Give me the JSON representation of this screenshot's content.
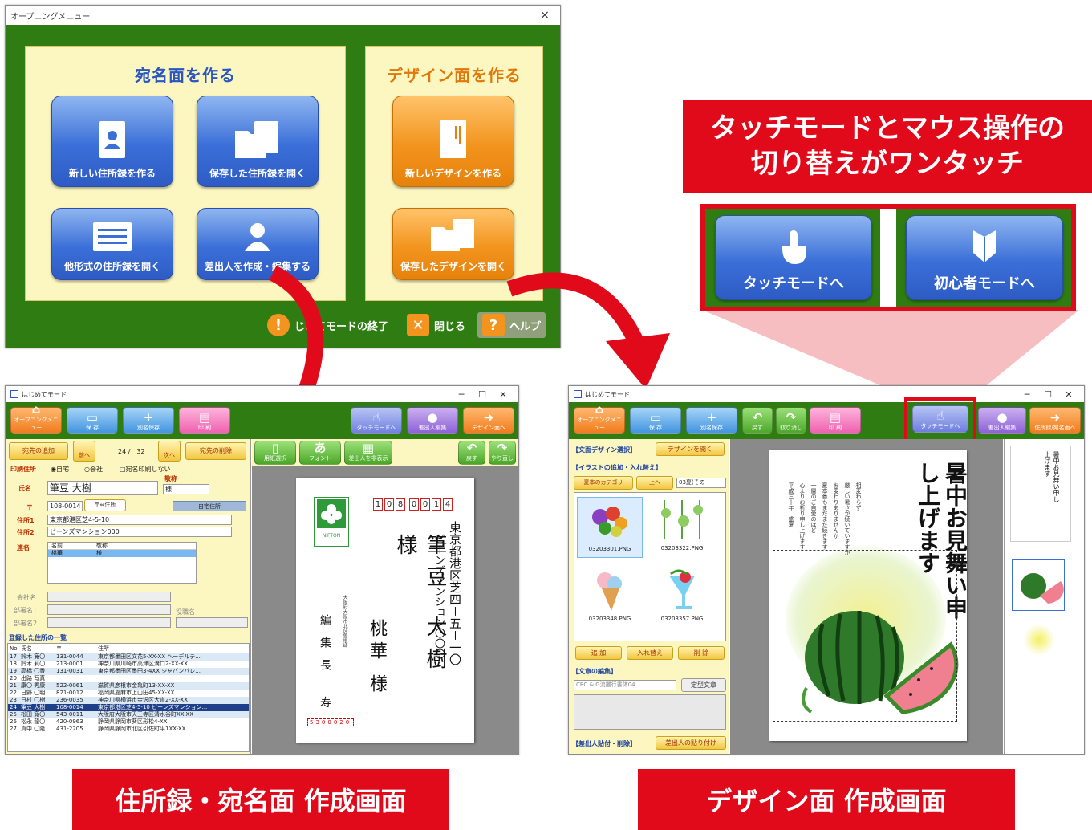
{
  "opening": {
    "title": "オープニングメニュー",
    "close_glyph": "×",
    "left_heading": "宛名面を作る",
    "right_heading": "デザイン面を作る",
    "tiles": [
      "新しい住所録を作る",
      "保存した住所録を開く",
      "他形式の住所録を開く",
      "差出人を作成・編集する",
      "新しいデザインを作る",
      "保存したデザインを開く"
    ],
    "footer_exit": "じめてモードの終了",
    "footer_close": "閉じる",
    "footer_help": "ヘルプ"
  },
  "callout": {
    "line1": "タッチモードとマウス操作の",
    "line2": "切り替えがワンタッチ",
    "touch_button": "タッチモードへ",
    "beginner_button": "初心者モードへ"
  },
  "captions": {
    "left": "住所録・宛名面 作成画面",
    "right": "デザイン面 作成画面"
  },
  "address_win": {
    "title": "はじめてモード",
    "toolbar": [
      "オープニングメニュー",
      "保 存",
      "別名保存",
      "印 刷",
      "タッチモードへ",
      "差出人編集",
      "デザイン面へ"
    ],
    "nav": {
      "add": "宛先の追加",
      "prev": "前へ",
      "counter": "24 /　32",
      "next": "次へ",
      "delete": "宛先の削除"
    },
    "print_label": "印刷住所",
    "radio_home": "◉自宅",
    "radio_company": "○会社",
    "no_print": "□宛名印刷しない",
    "honorific_label": "敬称",
    "name_label": "氏名",
    "name_value": "筆豆 大樹",
    "honorific_value": "様",
    "zip_label": "〒",
    "zip_value": "108-0014",
    "zip_button": "〒⇔住所",
    "home_address_btn": "自宅住所",
    "addr1_label": "住所1",
    "addr1_value": "東京都港区芝4-5-10",
    "addr2_label": "住所2",
    "addr2_value": "ビーンズマンション000",
    "joint_label": "連名",
    "joint_headers": [
      "名前",
      "敬称"
    ],
    "joint_row": [
      "桃華",
      "様"
    ],
    "company_label": "会社名",
    "dept1_label": "部署名1",
    "dept2_label": "部署名2",
    "title_label": "役職名",
    "list_heading": "登録した住所の一覧",
    "list_headers": [
      "No.",
      "氏名",
      "〒",
      "住所"
    ],
    "list_rows": [
      [
        "17",
        "鈴木 寛〇",
        "131-0044",
        "東京都墨田区文花5-XX-XX ヘーデルテ..."
      ],
      [
        "18",
        "鈴木 莉〇",
        "213-0001",
        "神奈川県川崎市高津区溝口2-XX-XX"
      ],
      [
        "19",
        "高橋 〇香",
        "131-0031",
        "東京都墨田区墨田3-4XX ジャパンパレ..."
      ],
      [
        "20",
        "出路 写真",
        "",
        ""
      ],
      [
        "21",
        "康〇 秀康",
        "522-0061",
        "滋賀県彦根市金亀町13-XX-XX"
      ],
      [
        "22",
        "日野 〇明",
        "821-0012",
        "福岡県嘉麻市上山田45-XX-XX"
      ],
      [
        "23",
        "日村 〇樹",
        "236-0035",
        "神奈川県横浜市金沢区大道2-XX-XX"
      ],
      [
        "24",
        "筆豆 大樹",
        "108-0014",
        "東京都港区芝4-5-10 ビーンズマンション..."
      ],
      [
        "25",
        "松田 寛〇",
        "543-0011",
        "大阪府大阪市天王寺区清水谷町XX-XX"
      ],
      [
        "26",
        "松永 龍〇",
        "420-0963",
        "静岡県静岡市葵区形松4-XX"
      ],
      [
        "27",
        "真中 〇隆",
        "431-2205",
        "静岡県静岡市北区引佐町平1XX-XX"
      ]
    ],
    "edit_tools": [
      "用紙選択",
      "フォント",
      "差出人を非表示",
      "戻す",
      "やり直し"
    ],
    "postcard": {
      "zip_digits": [
        "1",
        "0",
        "8",
        "0",
        "0",
        "1",
        "4"
      ],
      "address_col1": "東京都港区芝四－五－一〇",
      "address_col2": "ビーンズマンション〇〇〇",
      "name_col1": "筆豆 大樹 様",
      "name_col2": "桃華 様",
      "sender_col": "編集長 寿",
      "sender_addr": "大阪府大阪市北区曽根崎",
      "sender_zip": "5300020",
      "logo_text": "NIFTON"
    }
  },
  "design_win": {
    "title": "はじめてモード",
    "toolbar": [
      "オープニングメニュー",
      "保 存",
      "別名保存",
      "戻す",
      "取り消し",
      "印 刷",
      "タッチモードへ",
      "差出人編集",
      "住所録/宛名面へ"
    ],
    "section_design": "【文面デザイン選択】",
    "open_design_btn": "デザインを開く",
    "section_illust": "【イラストの追加・入れ替え】",
    "category_btn": "夏本のカテゴリ",
    "up_btn": "上へ",
    "category_select": "03夏(その",
    "thumbs": [
      "03203301.PNG",
      "03203322.PNG",
      "03203348.PNG",
      "03203357.PNG"
    ],
    "illust_actions": [
      "追 加",
      "入れ替え",
      "削 除"
    ],
    "section_text": "【文章の編集】",
    "font_value": "CRC & G流麗行書体04",
    "template_btn": "定型文章",
    "section_sender": "【差出人貼付・削除】",
    "sender_btn": "差出人の貼り付け",
    "card_title": "暑中お見舞い申し上げます",
    "card_message": [
      "相変わらず",
      "厳しい暑さが続いていますが",
      "お変わりありませんか",
      "夏本番もまだまだ続きます",
      "一層のご自愛のほど",
      "心よりお祈り申し上げます",
      "平成三十年　盛夏"
    ]
  },
  "colors": {
    "accent_red": "#e10a1b",
    "green": "#2f7d12",
    "panel": "#fcf6c0"
  }
}
